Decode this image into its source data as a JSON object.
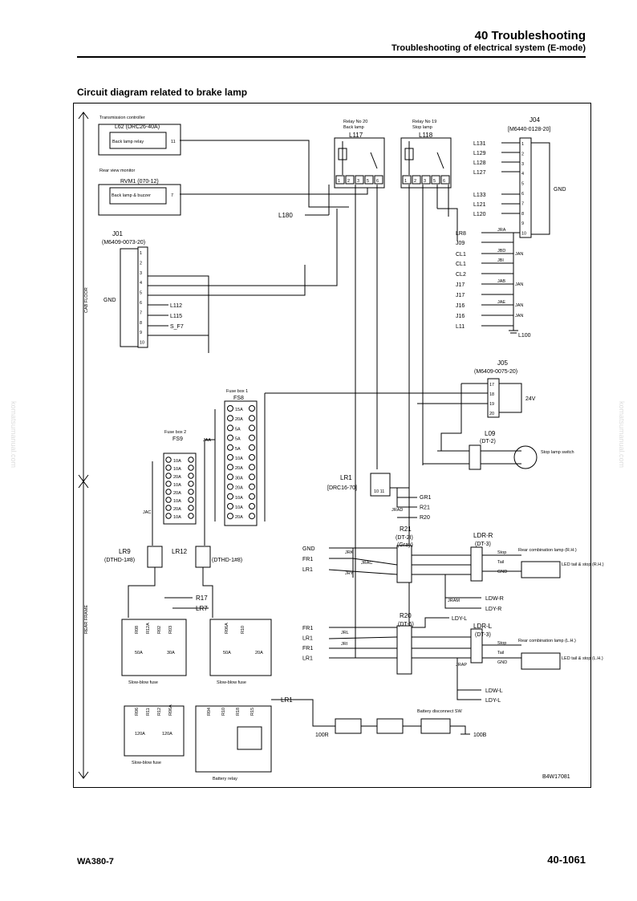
{
  "header": {
    "title": "40 Troubleshooting",
    "subtitle": "Troubleshooting of electrical system (E-mode)"
  },
  "section_title": "Circuit diagram related to brake lamp",
  "footer": {
    "model": "WA380-7",
    "page": "40-1061"
  },
  "watermark": "komatsumanual.com",
  "diagram": {
    "code": "B4W17081",
    "zones": {
      "cab": "CAB FLOOR",
      "rear": "REAR FRAME"
    },
    "l62": {
      "owner": "Transmission controller",
      "name": "L62 (DRC26-40A)",
      "func": "Back lamp relay",
      "pin": "11"
    },
    "rvm1": {
      "owner": "Rear view monitor",
      "name": "RVM1 (070-12)",
      "func": "Back lamp & buzzer",
      "pin": "7"
    },
    "relay20": {
      "title": "Relay No 20",
      "sub": "Back lamp",
      "name": "L117"
    },
    "relay19": {
      "title": "Relay No 19",
      "sub": "Stop lamp",
      "name": "L118"
    },
    "relay_pins": [
      "1",
      "2",
      "3",
      "5",
      "6"
    ],
    "l180": "L180",
    "j04": {
      "name": "J04",
      "part": "[M6440-0128-20]",
      "gnd": "GND",
      "labels": [
        "L131",
        "L129",
        "L128",
        "L127",
        "",
        "L133",
        "L121",
        "L120",
        "LR8",
        "J09",
        "CL1",
        "CL1",
        "CL2",
        "J17",
        "J17",
        "J16",
        "J16",
        "L11"
      ],
      "pins": [
        "1",
        "2",
        "3",
        "4",
        "5",
        "6",
        "7",
        "8",
        "9",
        "10"
      ],
      "splices": [
        "JRA",
        "JBD",
        "JBI",
        "JAB",
        "JAE"
      ],
      "jan": "JAN",
      "l100": "L100"
    },
    "j01": {
      "name": "J01",
      "part": "(M6409-0073-20)",
      "gnd": "GND",
      "pins": [
        "1",
        "2",
        "3",
        "4",
        "5",
        "6",
        "7",
        "8",
        "9",
        "10"
      ],
      "outs": [
        "L112",
        "L115",
        "S_F7"
      ]
    },
    "j05": {
      "name": "J05",
      "part": "(M6409-0075-20)",
      "pins": [
        "17",
        "18",
        "19",
        "20"
      ],
      "volt": "24V"
    },
    "l09": {
      "name": "L09",
      "type": "(DT-2)",
      "desc": "Stop lamp switch"
    },
    "fs8": {
      "title": "Fuse box 1",
      "name": "FS8",
      "ratings": [
        "15A",
        "20A",
        "5A",
        "5A",
        "5A",
        "10A",
        "20A",
        "30A",
        "20A",
        "10A",
        "10A",
        "20A"
      ],
      "splice": "JAA"
    },
    "fs9": {
      "title": "Fuse box 2",
      "name": "FS9",
      "ratings": [
        "10A",
        "10A",
        "20A",
        "10A",
        "20A",
        "10A",
        "20A",
        "10A"
      ],
      "splice": "JAC"
    },
    "lr1": {
      "name": "LR1",
      "part": "[DRC16-70]",
      "pins": "10 11",
      "splice": "JRAD",
      "outs": [
        "GR1",
        "R21",
        "R20"
      ]
    },
    "lr9": {
      "name": "LR9",
      "type": "(DTHD-1#8)"
    },
    "lr12": {
      "name": "LR12",
      "type": "(DTHD-1#8)"
    },
    "r17": "R17",
    "lr7": "LR7",
    "r21": {
      "name": "R21",
      "type": "(DT-2I)",
      "color": "(Gray)"
    },
    "r20": {
      "name": "R20",
      "type": "(DT-6)"
    },
    "ldr_r": {
      "name": "LDR-R",
      "type": "(DT-3)",
      "rows": [
        "Stop",
        "Tail",
        "GND"
      ],
      "lamp": "Rear combination lamp (R.H.)",
      "led": "LED tail & stop (R.H.)",
      "outs": [
        "LDW-R",
        "LDY-R"
      ],
      "splice": "JRAM"
    },
    "ldr_l": {
      "name": "LDR-L",
      "type": "(DT-3)",
      "rows": [
        "Stop",
        "Tail",
        "GND"
      ],
      "lamp": "Rear combination lamp (L.H.)",
      "led": "LED tail & stop (L.H.)",
      "outs": [
        "LDW-L",
        "LDY-L"
      ],
      "splice": "JRAP"
    },
    "r21_in": [
      "GND",
      "FR1",
      "LR1"
    ],
    "r21_splices": [
      "JRK",
      "JRAC",
      "JRY"
    ],
    "r20_in": [
      "FR1",
      "LR1",
      "FR1",
      "LR1"
    ],
    "r20_splices": [
      "JRL",
      "JRI"
    ],
    "ldy_l": "LDY-L",
    "sbf1": {
      "name": "Slow-blow fuse",
      "codes": [
        "R08",
        "R12A",
        "R02",
        "R03"
      ],
      "ratings": [
        "50A",
        "30A"
      ]
    },
    "sbf2": {
      "name": "Slow-blow fuse",
      "codes": [
        "R06A",
        "R10"
      ],
      "ratings": [
        "50A",
        "20A"
      ]
    },
    "sbf3": {
      "name": "Slow-blow fuse",
      "codes": [
        "R06",
        "R11",
        "R12",
        "R06A"
      ],
      "ratings": [
        "120A",
        "120A"
      ]
    },
    "batt_relay": {
      "name": "Battery relay",
      "codes": [
        "R04",
        "R10",
        "R18",
        "R15"
      ],
      "lr": "LR1"
    },
    "batt": {
      "g1": "100R",
      "g2": "100B",
      "switch": "Battery disconnect SW"
    }
  }
}
